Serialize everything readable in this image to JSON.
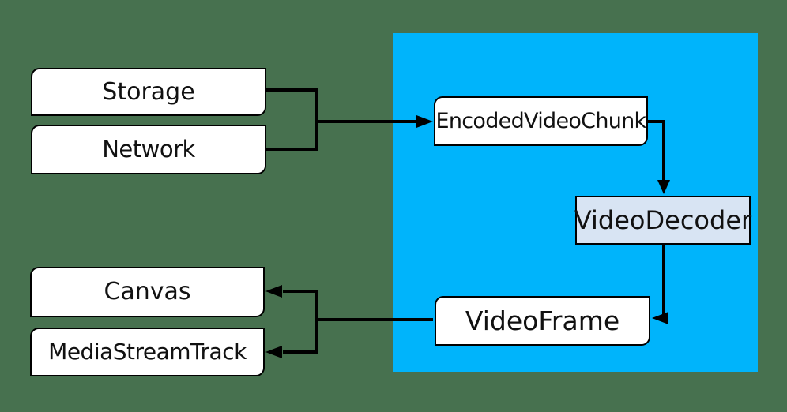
{
  "colors": {
    "background": "#47714f",
    "panel": "#00b4fb",
    "line": "#000000",
    "node_fill": "#ffffff",
    "decoder_fill": "#d8e4f3",
    "text": "#111111"
  },
  "nodes": {
    "storage": {
      "label": "Storage"
    },
    "network": {
      "label": "Network"
    },
    "encoded_video_chunk": {
      "label": "EncodedVideoChunk"
    },
    "video_decoder": {
      "label": "VideoDecoder"
    },
    "video_frame": {
      "label": "VideoFrame"
    },
    "canvas": {
      "label": "Canvas"
    },
    "media_stream_track": {
      "label": "MediaStreamTrack"
    }
  },
  "edges": [
    "storage+network -> encoded_video_chunk",
    "encoded_video_chunk -> video_decoder",
    "video_decoder -> video_frame",
    "video_frame -> canvas",
    "video_frame -> media_stream_track"
  ]
}
